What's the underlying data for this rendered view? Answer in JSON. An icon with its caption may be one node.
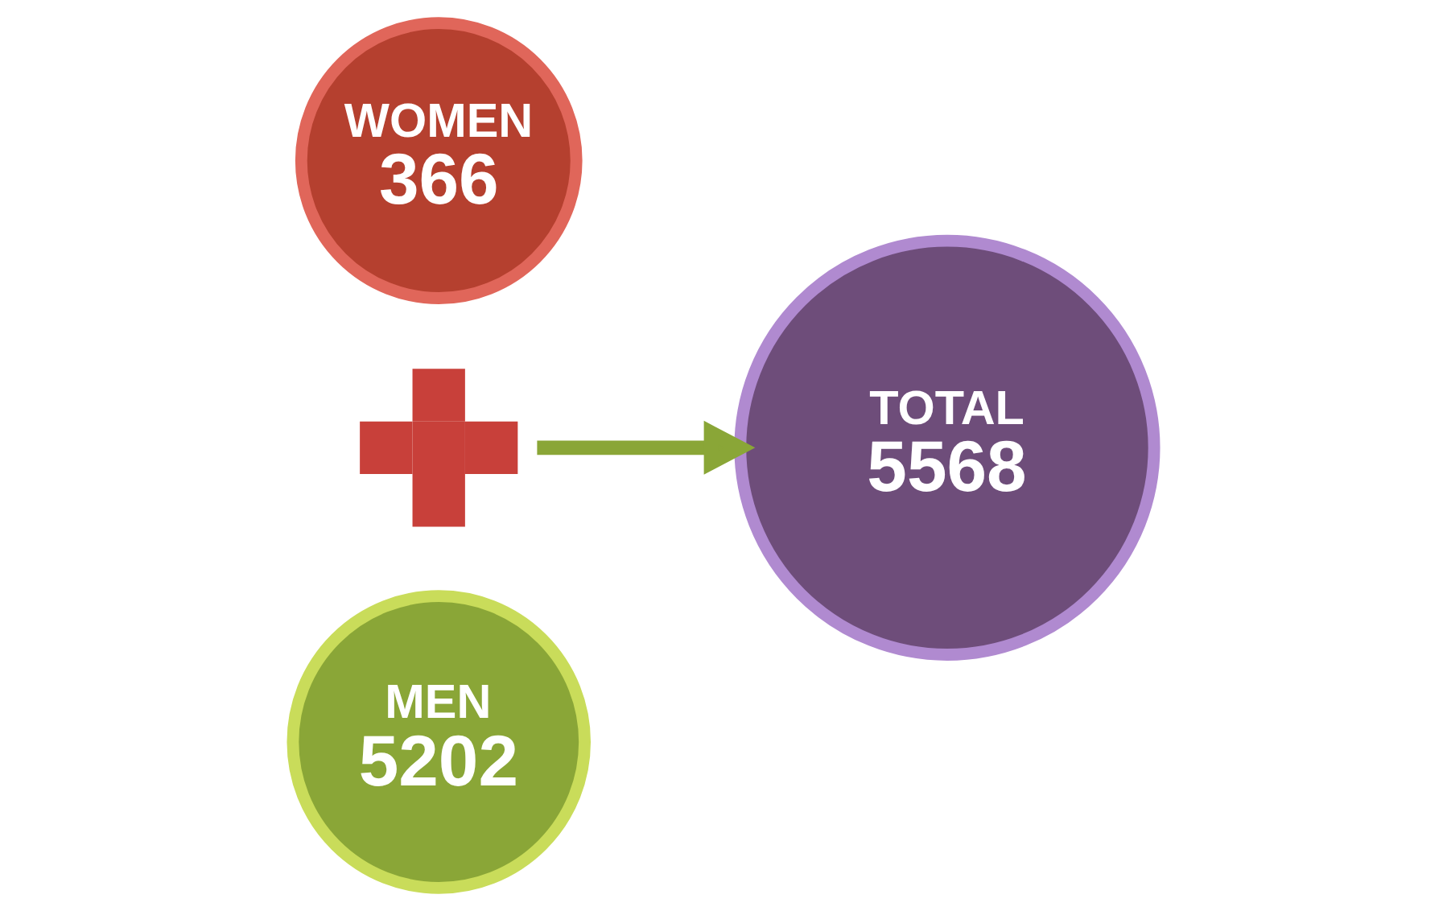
{
  "diagram": {
    "nodes": [
      {
        "text": [
          "WOMEN",
          "366"
        ]
      },
      {
        "text": [],
        "shape": "cross"
      },
      {
        "text": [
          "MEN",
          "5202"
        ]
      },
      {
        "text": [
          "TOTAL",
          "5568"
        ]
      }
    ],
    "edges": [
      {
        "from": 1,
        "to": 3,
        "arrow": "to",
        "color": "#8aa637"
      }
    ]
  }
}
